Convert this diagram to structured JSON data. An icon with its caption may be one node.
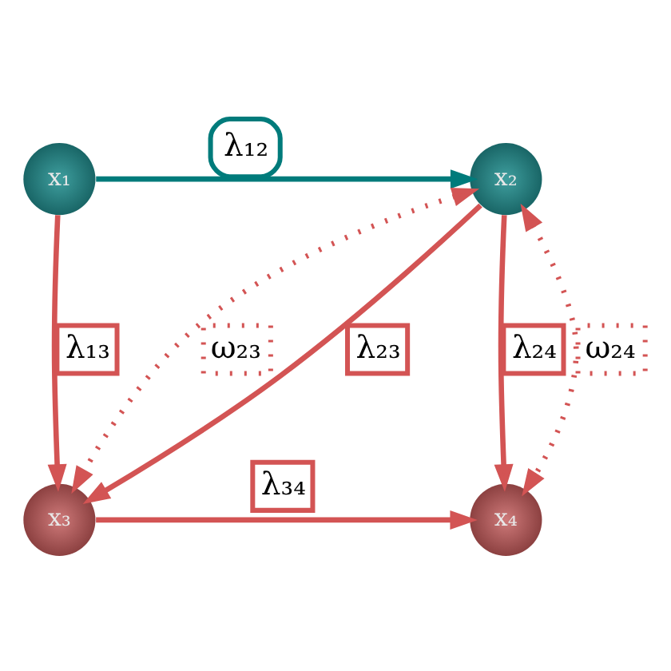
{
  "diagram": {
    "nodes": [
      {
        "text": [
          "x₁"
        ]
      },
      {
        "text": [
          "x₂"
        ]
      },
      {
        "text": [
          "x₃"
        ]
      },
      {
        "text": [
          "x₄"
        ]
      }
    ],
    "edges": [
      {
        "from": 0,
        "to": 1,
        "arrow": "to",
        "label": "λ₁₂",
        "color": "#007b7b"
      },
      {
        "from": 0,
        "to": 2,
        "arrow": "to",
        "label": "λ₁₃"
      },
      {
        "from": 1,
        "to": 2,
        "arrow": "both",
        "label": "ω₂₃",
        "style": "dashed"
      },
      {
        "from": 1,
        "to": 2,
        "arrow": "to",
        "label": "λ₂₃"
      },
      {
        "from": 1,
        "to": 3,
        "arrow": "to",
        "label": "λ₂₄"
      },
      {
        "from": 1,
        "to": 3,
        "arrow": "both",
        "label": "ω₂₄",
        "style": "dashed"
      },
      {
        "from": 2,
        "to": 3,
        "arrow": "to",
        "label": "λ₃₄"
      }
    ]
  }
}
